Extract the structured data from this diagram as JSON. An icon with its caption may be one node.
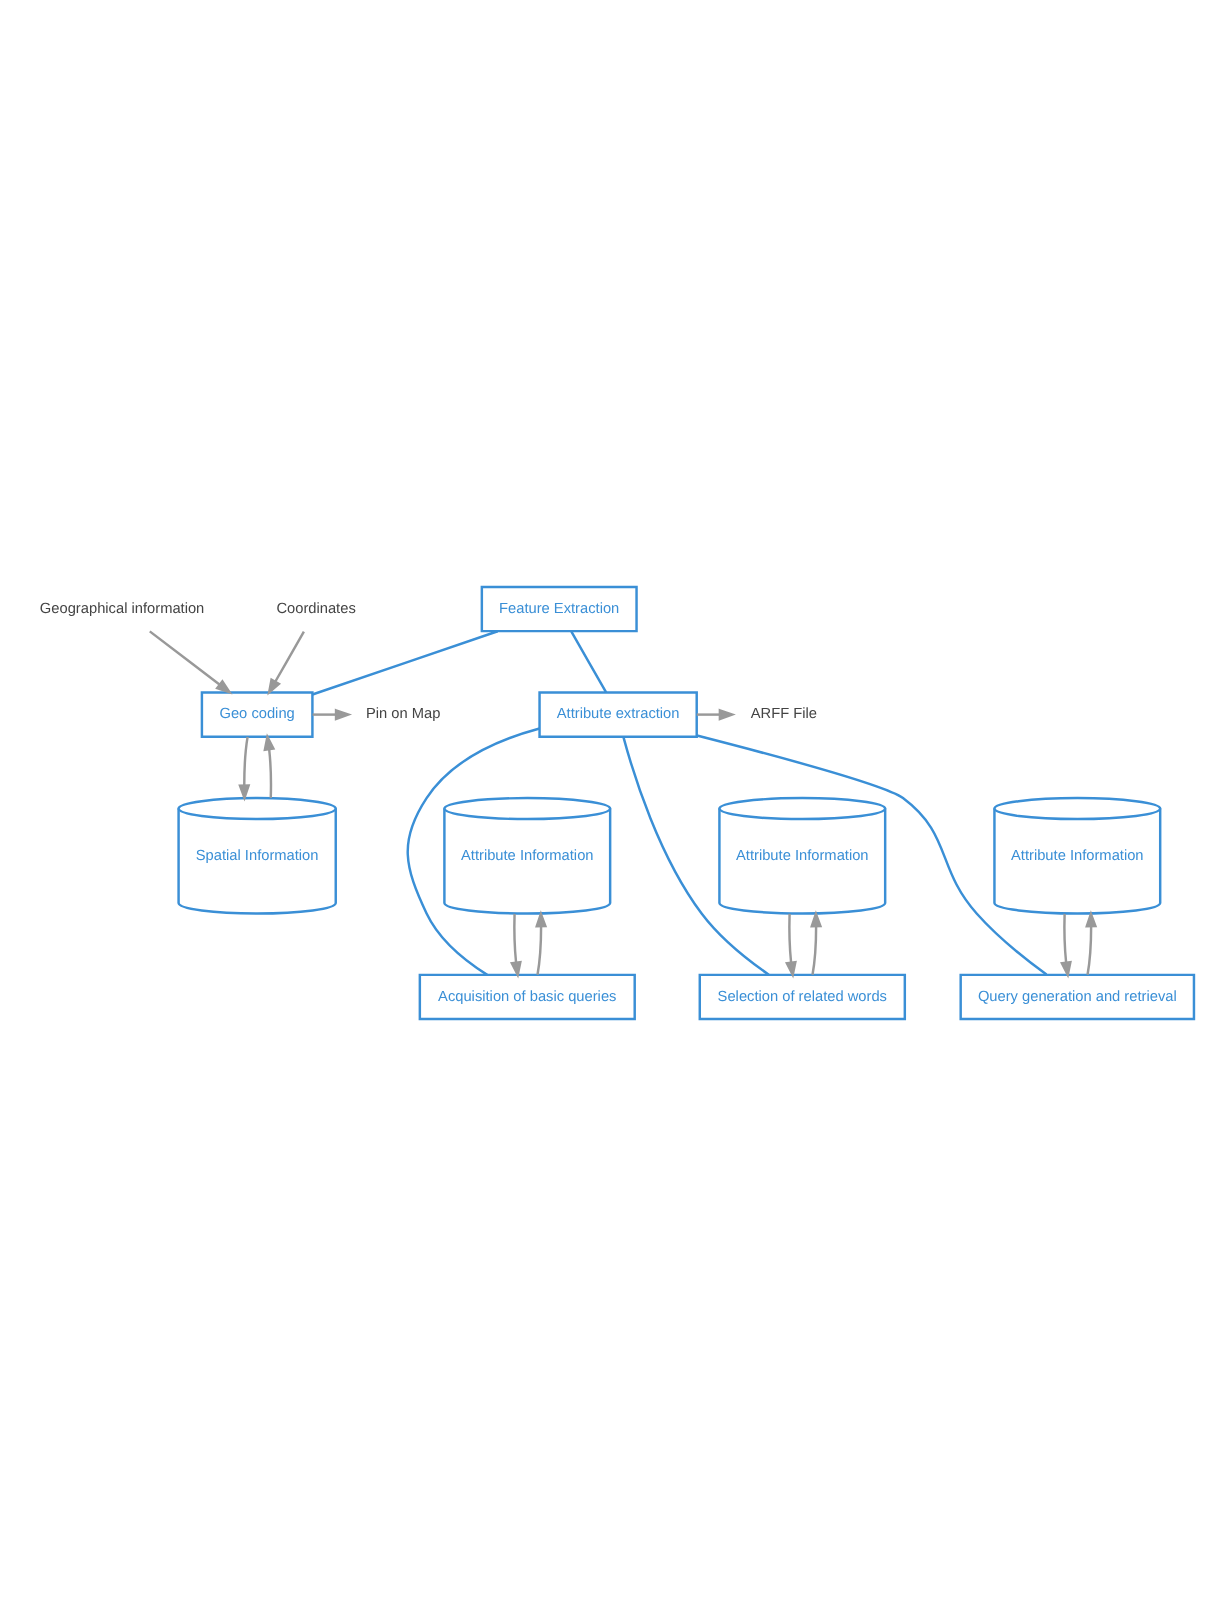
{
  "diagram": {
    "nodes": [
      {
        "text": [
          "Feature Extraction"
        ]
      },
      {
        "text": [
          "Geo coding"
        ]
      },
      {
        "text": [
          "Attribute extraction"
        ]
      },
      {
        "text": [
          "Acquisition of basic queries"
        ]
      },
      {
        "text": [
          "Selection of related words"
        ]
      },
      {
        "text": [
          "Query generation and retrieval"
        ]
      },
      {
        "text": [
          "Spatial Information"
        ]
      },
      {
        "text": [
          "Attribute Information"
        ]
      },
      {
        "text": [
          "Attribute Information"
        ]
      },
      {
        "text": [
          "Attribute Information"
        ]
      },
      {
        "text": [
          "Geographical information"
        ]
      },
      {
        "text": [
          "Coordinates"
        ]
      },
      {
        "text": [
          "Pin on Map"
        ]
      },
      {
        "text": [
          "ARFF File"
        ]
      }
    ],
    "edges": [
      {
        "from": 0,
        "to": 1,
        "arrow": "none",
        "color": "#3a8fd6"
      },
      {
        "from": 0,
        "to": 2,
        "arrow": "none",
        "color": "#3a8fd6"
      },
      {
        "from": 10,
        "to": 1,
        "arrow": "to"
      },
      {
        "from": 11,
        "to": 1,
        "arrow": "to"
      },
      {
        "from": 1,
        "to": 12,
        "arrow": "to"
      },
      {
        "from": 2,
        "to": 13,
        "arrow": "to"
      },
      {
        "from": 2,
        "to": 3,
        "arrow": "none",
        "color": "#3a8fd6"
      },
      {
        "from": 2,
        "to": 4,
        "arrow": "none",
        "color": "#3a8fd6"
      },
      {
        "from": 2,
        "to": 5,
        "arrow": "none",
        "color": "#3a8fd6"
      },
      {
        "from": 1,
        "to": 6,
        "arrow": "to"
      },
      {
        "from": 6,
        "to": 1,
        "arrow": "to"
      },
      {
        "from": 3,
        "to": 7,
        "arrow": "to"
      },
      {
        "from": 7,
        "to": 3,
        "arrow": "to"
      },
      {
        "from": 4,
        "to": 8,
        "arrow": "to"
      },
      {
        "from": 8,
        "to": 4,
        "arrow": "to"
      },
      {
        "from": 5,
        "to": 9,
        "arrow": "to"
      },
      {
        "from": 9,
        "to": 5,
        "arrow": "to"
      }
    ]
  }
}
